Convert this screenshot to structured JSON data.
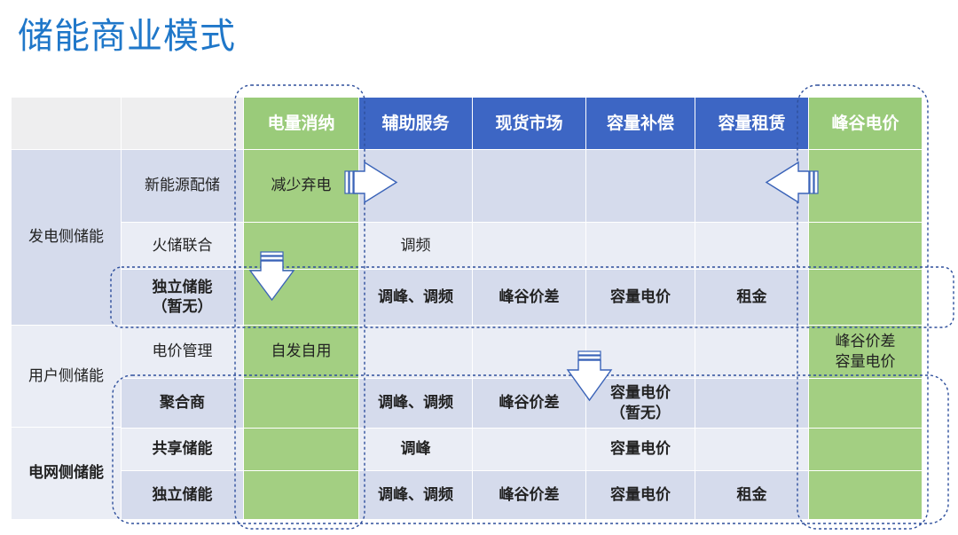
{
  "title": "储能商业模式",
  "columns": [
    "电量消纳",
    "辅助服务",
    "现货市场",
    "容量补偿",
    "容量租赁",
    "峰谷电价"
  ],
  "row_groups": {
    "gen": "发电侧储能",
    "user": "用户侧储能",
    "grid": "电网侧储能"
  },
  "rows": [
    {
      "label": "新能源配储",
      "cells": [
        "减少弃电",
        "",
        "",
        "",
        "",
        ""
      ]
    },
    {
      "label": "火储联合",
      "cells": [
        "",
        "调频",
        "",
        "",
        "",
        ""
      ]
    },
    {
      "label": "独立储能\n（暂无）",
      "cells": [
        "",
        "调峰、调频",
        "峰谷价差",
        "容量电价",
        "租金",
        ""
      ]
    },
    {
      "label": "电价管理",
      "cells": [
        "自发自用",
        "",
        "",
        "",
        "",
        "峰谷价差\n容量电价"
      ]
    },
    {
      "label": "聚合商",
      "cells": [
        "",
        "调峰、调频",
        "峰谷价差",
        "容量电价\n（暂无）",
        "",
        ""
      ]
    },
    {
      "label": "共享储能",
      "cells": [
        "",
        "调峰",
        "",
        "容量电价",
        "",
        ""
      ]
    },
    {
      "label": "独立储能",
      "cells": [
        "",
        "调峰、调频",
        "峰谷价差",
        "容量电价",
        "租金",
        ""
      ]
    }
  ]
}
